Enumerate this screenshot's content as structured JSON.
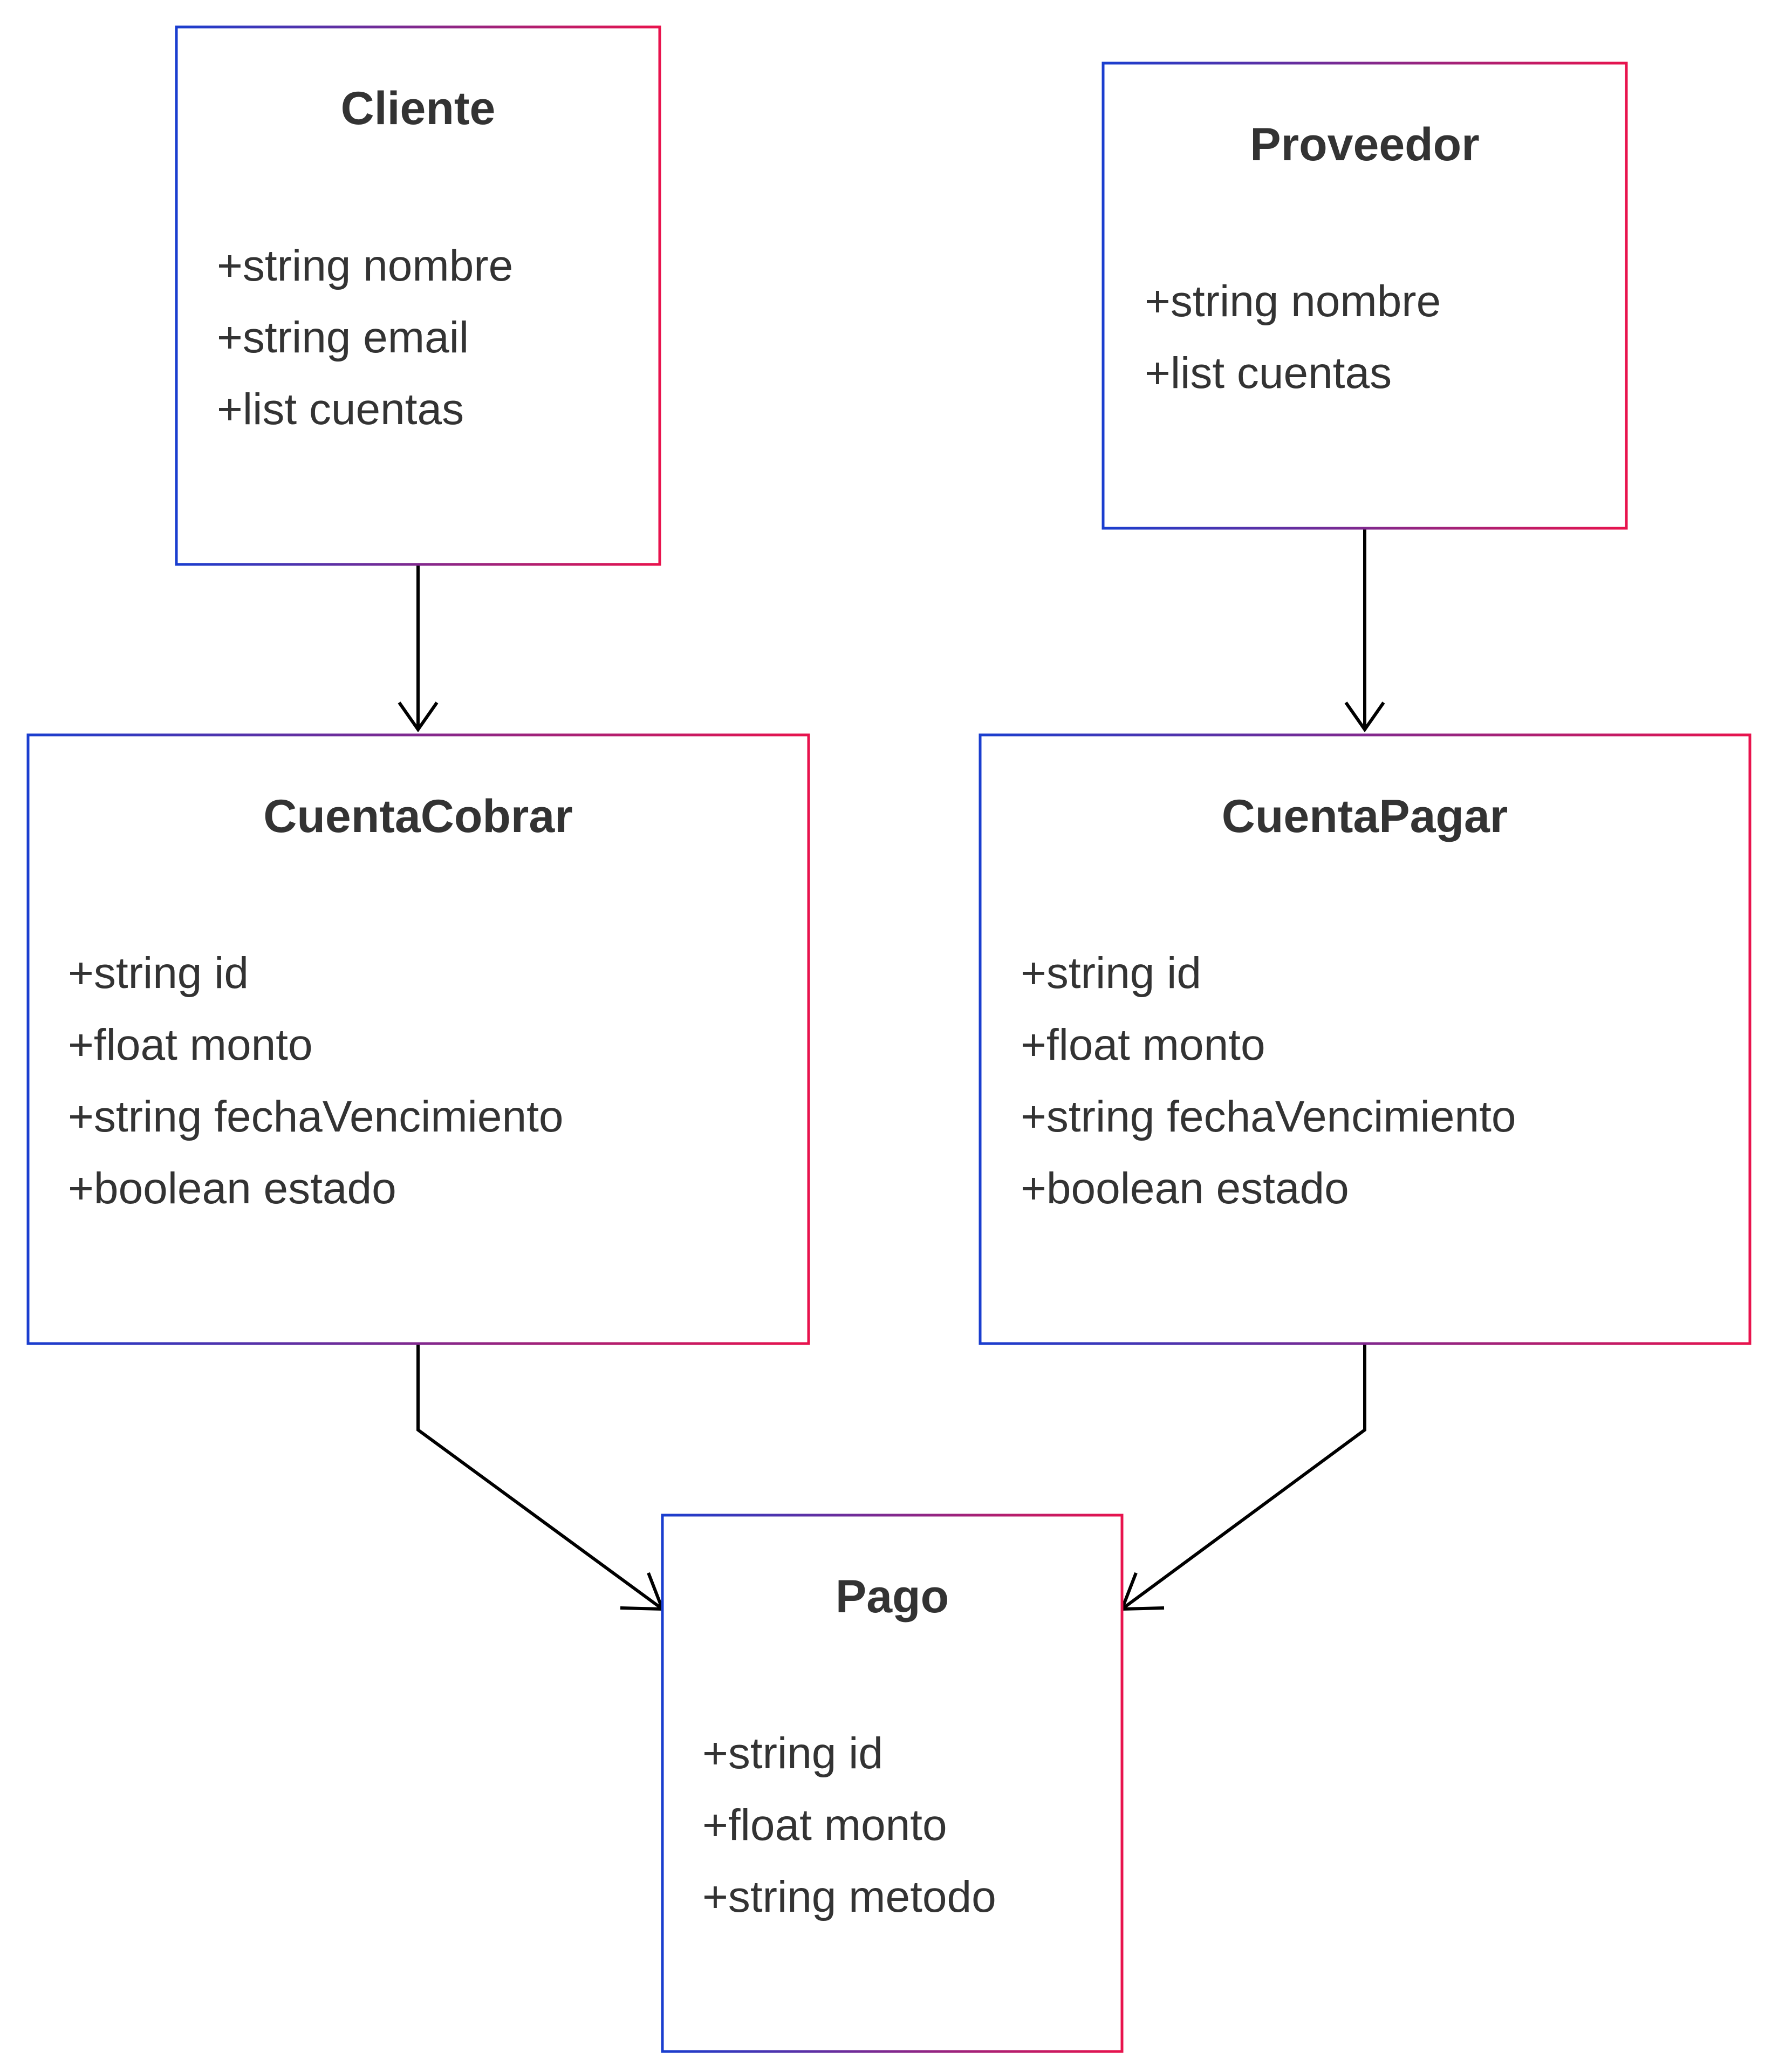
{
  "colors": {
    "border_start": "#1a3ecf",
    "border_end": "#e8134d",
    "text": "#333333",
    "edge": "#000000",
    "background": "#ffffff"
  },
  "classes": {
    "cliente": {
      "name": "Cliente",
      "attributes": [
        "+string nombre",
        "+string email",
        "+list cuentas"
      ]
    },
    "proveedor": {
      "name": "Proveedor",
      "attributes": [
        "+string nombre",
        "+list cuentas"
      ]
    },
    "cuentacobrar": {
      "name": "CuentaCobrar",
      "attributes": [
        "+string id",
        "+float monto",
        "+string fechaVencimiento",
        "+boolean estado"
      ]
    },
    "cuentapagar": {
      "name": "CuentaPagar",
      "attributes": [
        "+string id",
        "+float monto",
        "+string fechaVencimiento",
        "+boolean estado"
      ]
    },
    "pago": {
      "name": "Pago",
      "attributes": [
        "+string id",
        "+float monto",
        "+string metodo"
      ]
    }
  },
  "relations": [
    {
      "from": "Cliente",
      "to": "CuentaCobrar"
    },
    {
      "from": "Proveedor",
      "to": "CuentaPagar"
    },
    {
      "from": "CuentaCobrar",
      "to": "Pago"
    },
    {
      "from": "CuentaPagar",
      "to": "Pago"
    }
  ]
}
